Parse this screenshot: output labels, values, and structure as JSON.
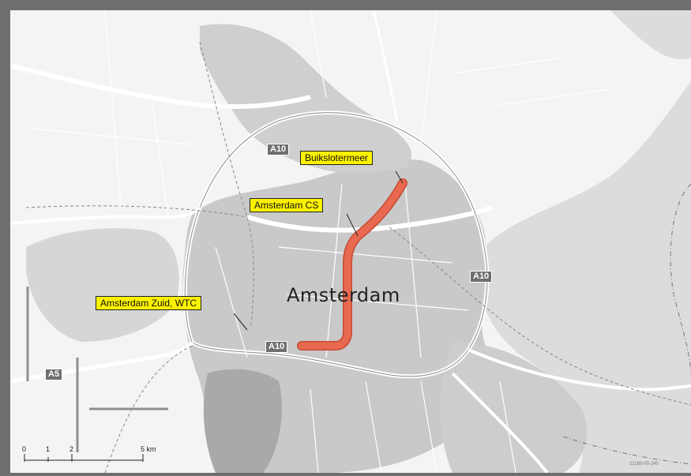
{
  "map": {
    "city_label": "Amsterdam",
    "stations": [
      {
        "id": "buikslotermeer",
        "label": "Buikslotermeer"
      },
      {
        "id": "amsterdam-cs",
        "label": "Amsterdam CS"
      },
      {
        "id": "amsterdam-zuid",
        "label": "Amsterdam Zuid, WTC"
      }
    ],
    "road_shields": [
      {
        "id": "a10-north",
        "label": "A10"
      },
      {
        "id": "a10-east",
        "label": "A10"
      },
      {
        "id": "a10-south",
        "label": "A10"
      },
      {
        "id": "a5",
        "label": "A5"
      }
    ],
    "scale_bar": {
      "ticks": [
        "0",
        "1",
        "2",
        "5 km"
      ]
    },
    "map_code": "21160-00-240",
    "colors": {
      "route": "#e8694f",
      "route_outline": "#c44a32",
      "callout_bg": "#fdf200",
      "shield_bg": "#6f6f6f",
      "water": "#dcdcdc",
      "urban": "#c9c9c9",
      "land": "#f4f4f4"
    }
  }
}
